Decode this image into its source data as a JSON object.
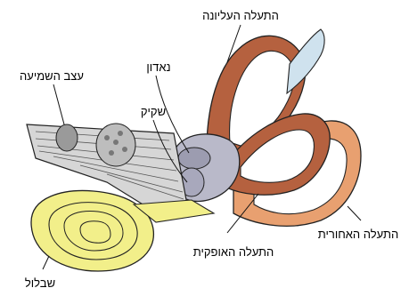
{
  "labels": {
    "superior_canal": "התעלה העליונה",
    "auditory_nerve": "עצב השמיעה",
    "utricle": "נאדון",
    "saccule": "שקיק",
    "posterior_canal": "התעלה האחורית",
    "lateral_canal": "התעלה האופקית",
    "cochlea": "שבלול"
  },
  "colors": {
    "canal_main": "#b5613f",
    "canal_light": "#e8a070",
    "cochlea": "#f2ef8a",
    "vestibule": "#b9b9c9",
    "nerve": "#c9c9c9",
    "ampulla_blue": "#cfe2ee",
    "outline": "#222222"
  }
}
